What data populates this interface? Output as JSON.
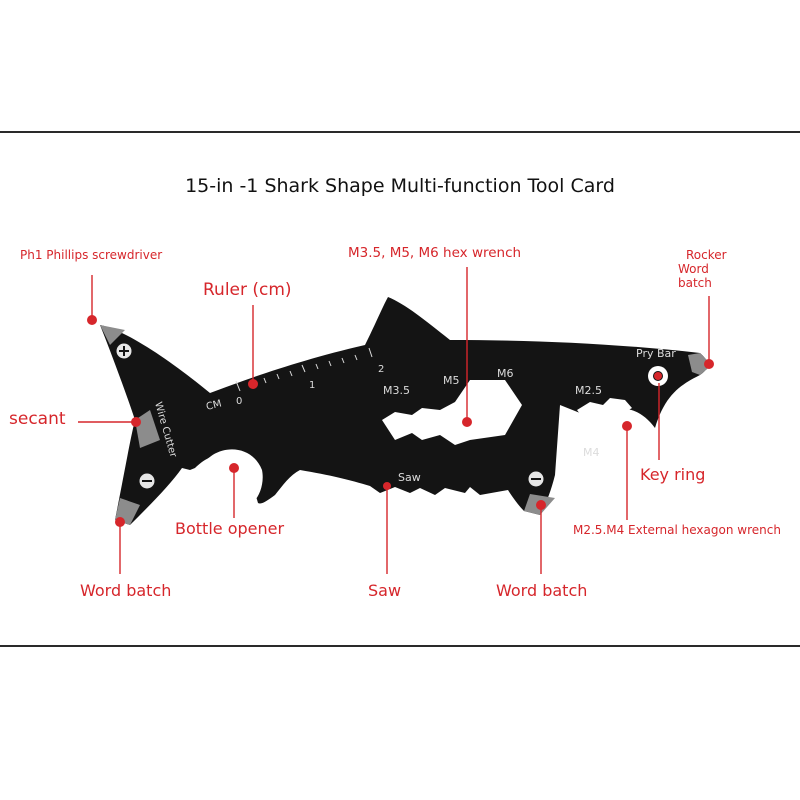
{
  "title": "15-in -1 Shark Shape Multi-function Tool Card",
  "labels": {
    "phillips": "Ph1 Phillips screwdriver",
    "ruler": "Ruler (cm)",
    "hex_wrench": "M3.5, M5, M6 hex wrench",
    "rocker_line1": "Rocker",
    "rocker_line2": "Word",
    "rocker_line3": "batch",
    "secant": "secant",
    "bottle_opener": "Bottle opener",
    "key_ring": "Key ring",
    "external_hex": "M2.5.M4 External hexagon wrench",
    "word_batch_left": "Word batch",
    "saw": "Saw",
    "word_batch_right": "Word batch"
  },
  "etched": {
    "cm": "CM",
    "ruler_0": "0",
    "ruler_1": "1",
    "ruler_2": "2",
    "m35": "M3.5",
    "m5": "M5",
    "m6": "M6",
    "m25": "M2.5",
    "m4": "M4",
    "pry_bar": "Pry Bar",
    "saw": "Saw",
    "wire_cutter": "Wire Cutter"
  },
  "colors": {
    "accent": "#d6262b",
    "card": "#141414",
    "edge": "#8c8c8c"
  }
}
